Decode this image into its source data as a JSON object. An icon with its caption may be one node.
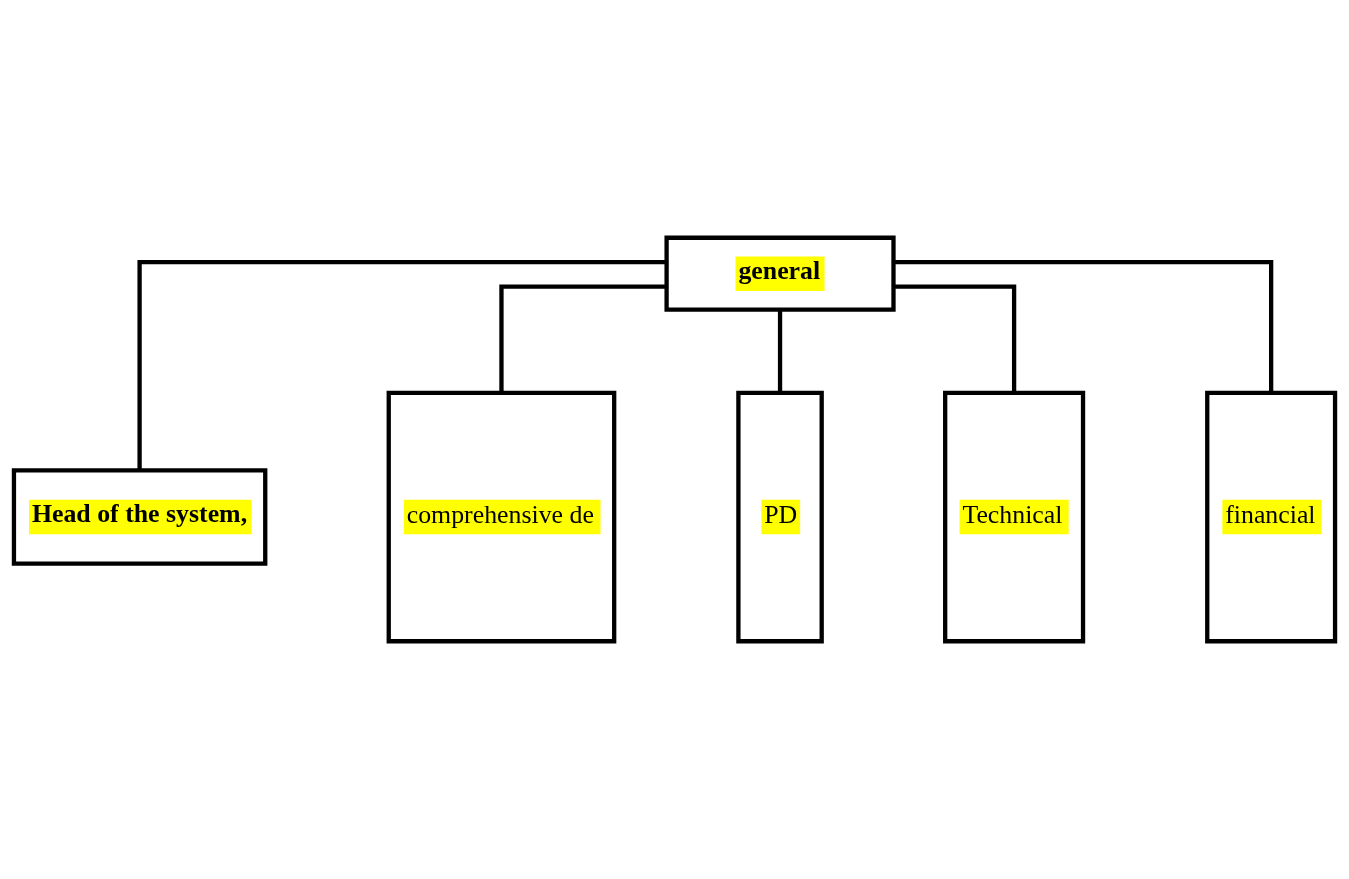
{
  "diagram": {
    "nodes": [
      {
        "text": [
          "general"
        ]
      },
      {
        "text": [
          "Head of the system,"
        ]
      },
      {
        "text": [
          "comprehensive de"
        ]
      },
      {
        "text": [
          "PD"
        ]
      },
      {
        "text": [
          "Technical"
        ]
      },
      {
        "text": [
          "financial"
        ]
      }
    ],
    "edges": [
      {
        "from": 0,
        "to": 1,
        "arrow": "none"
      },
      {
        "from": 0,
        "to": 2,
        "arrow": "none"
      },
      {
        "from": 0,
        "to": 3,
        "arrow": "none"
      },
      {
        "from": 0,
        "to": 4,
        "arrow": "none"
      },
      {
        "from": 0,
        "to": 5,
        "arrow": "none"
      }
    ]
  }
}
